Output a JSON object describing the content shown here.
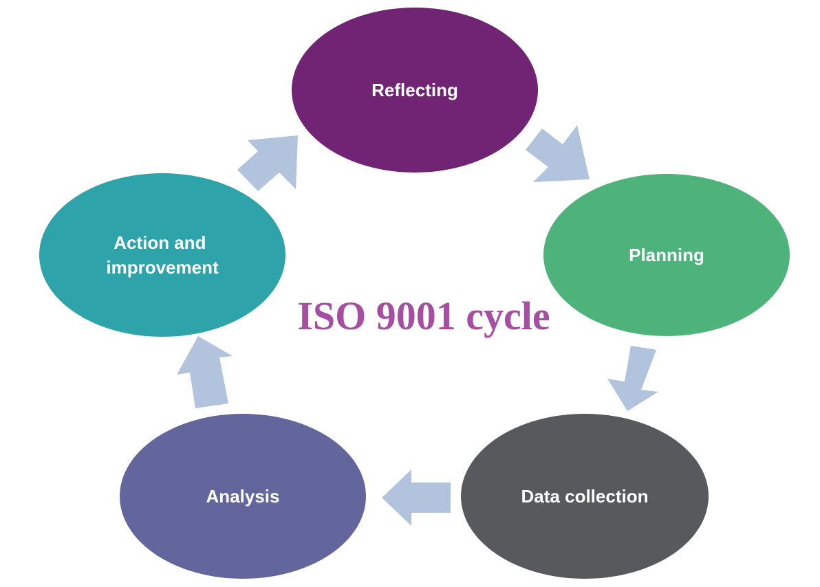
{
  "title": "ISO 9001 cycle",
  "colors": {
    "title": "#a64ea2",
    "arrow": "#b2c3dd",
    "reflecting": "#702473",
    "planning": "#4db37a",
    "data_collection": "#57595c",
    "analysis": "#63669d",
    "action": "#2fa3aa"
  },
  "nodes": [
    {
      "id": "reflecting",
      "label_lines": [
        "Reflecting"
      ]
    },
    {
      "id": "planning",
      "label_lines": [
        "Planning"
      ]
    },
    {
      "id": "data-collection",
      "label_lines": [
        "Data collection"
      ]
    },
    {
      "id": "analysis",
      "label_lines": [
        "Analysis"
      ]
    },
    {
      "id": "action-and-improvement",
      "label_lines": [
        "Action and",
        "improvement"
      ]
    }
  ]
}
